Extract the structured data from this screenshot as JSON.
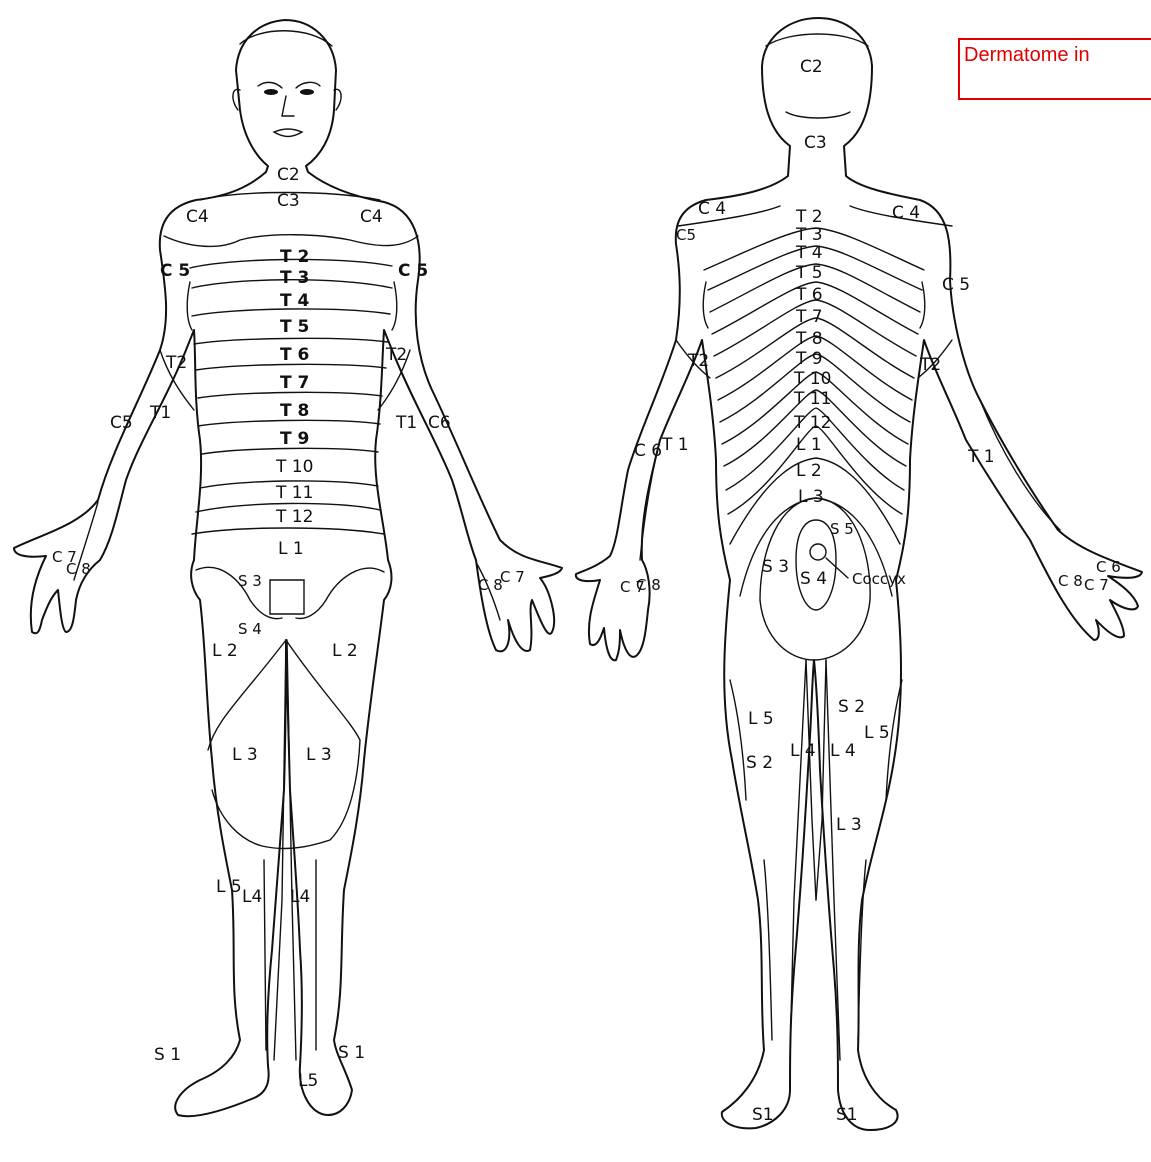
{
  "annotation": {
    "text": "Dermatome in",
    "color": "#e00000"
  },
  "front_view": {
    "labels": [
      "C2",
      "C3",
      "C4",
      "C4",
      "C 5",
      "C 5",
      "T 2",
      "T 3",
      "T 4",
      "T 5",
      "T 6",
      "T 7",
      "T 8",
      "T 9",
      "T 10",
      "T 11",
      "T 12",
      "L 1",
      "T2",
      "T2",
      "C5",
      "T1",
      "T1",
      "C6",
      "C 7",
      "C 8",
      "C 8",
      "C 7",
      "S 3",
      "S 4",
      "L 2",
      "L 2",
      "L 3",
      "L 3",
      "L 5",
      "L4",
      "L4",
      "S 1",
      "S 1",
      "L5"
    ]
  },
  "back_view": {
    "labels": [
      "C2",
      "C3",
      "C 4",
      "C 4",
      "C5",
      "T 2",
      "T 3",
      "T 4",
      "T 5",
      "T 6",
      "T 7",
      "T 8",
      "T 9",
      "T 10",
      "T 11",
      "T 12",
      "L 1",
      "L 2",
      "L 3",
      "C 5",
      "T2",
      "T2",
      "C 6",
      "T 1",
      "T 1",
      "S 5",
      "S 3",
      "S 4",
      "Coccyx",
      "C 7",
      "C 8",
      "C 6",
      "C 8",
      "C 7",
      "S 2",
      "S 2",
      "L 3",
      "L 4",
      "L 4",
      "L 5",
      "L 5",
      "S1",
      "S1"
    ]
  }
}
